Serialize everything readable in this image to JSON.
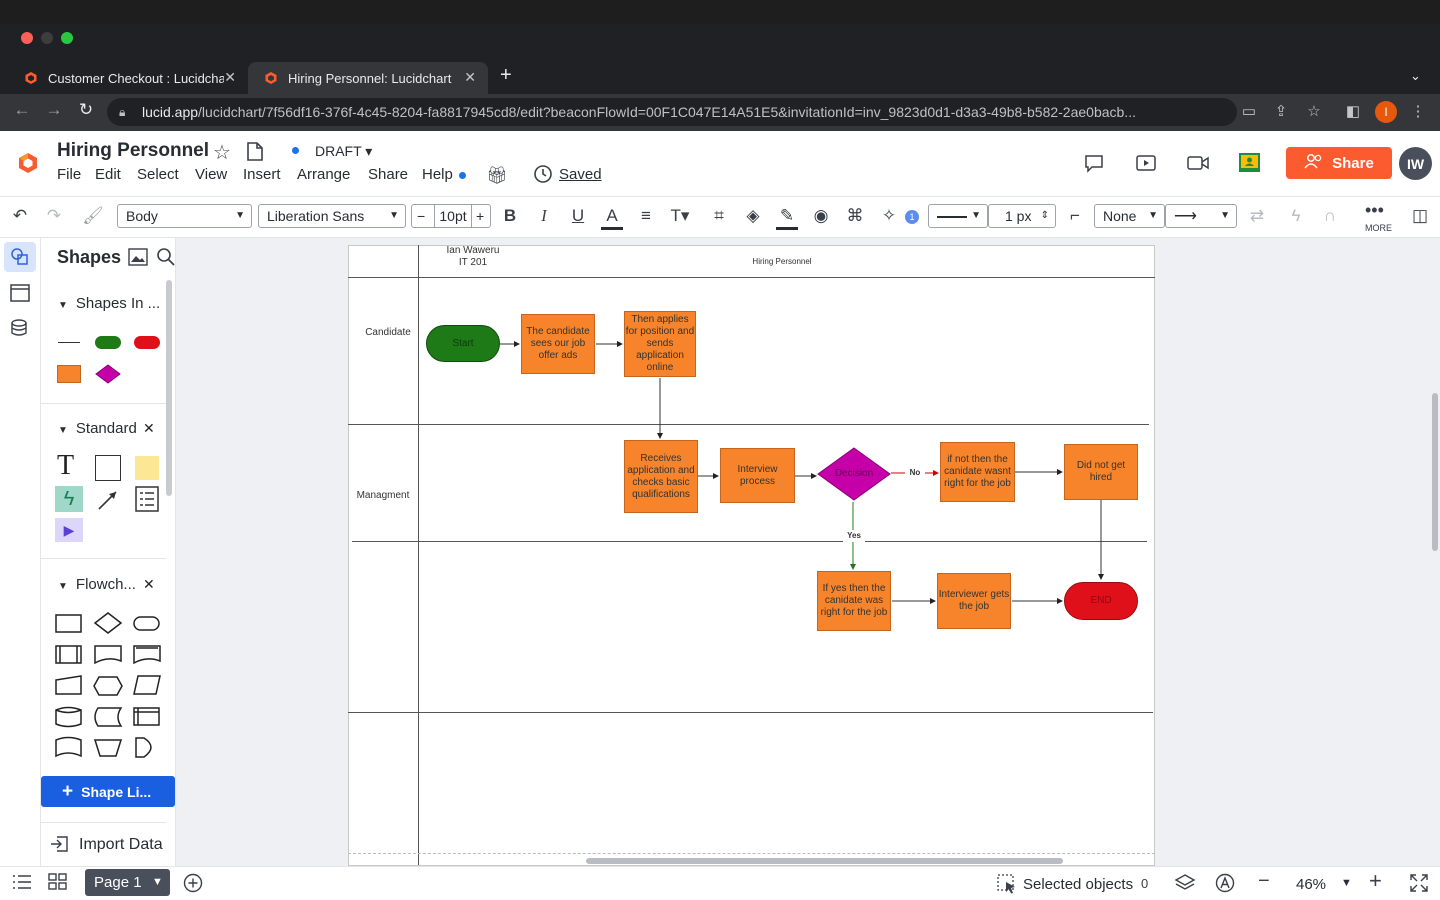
{
  "browser": {
    "tabs": [
      {
        "title": "Customer Checkout : Lucidcha",
        "active": false
      },
      {
        "title": "Hiring Personnel: Lucidchart",
        "active": true
      }
    ],
    "new_tab": "+",
    "url_host": "lucid.app",
    "url_path": "/lucidchart/7f56df16-376f-4c45-8204-fa8817945cd8/edit?beaconFlowId=00F1C047E14A51E5&invitationId=inv_9823d0d1-d3a3-49b8-b582-2ae0bacb...",
    "profile_initial": "I"
  },
  "app": {
    "title": "Hiring Personnel",
    "status": "DRAFT",
    "menu": [
      "File",
      "Edit",
      "Select",
      "View",
      "Insert",
      "Arrange",
      "Share",
      "Help"
    ],
    "saved": "Saved",
    "share_label": "Share",
    "avatar": "IW",
    "brand_color": "#fc5b30"
  },
  "toolbar": {
    "style": "Body",
    "font": "Liberation Sans",
    "font_size": "10pt",
    "minus": "−",
    "plus": "+",
    "bold": "B",
    "italic": "I",
    "underline": "U",
    "text_color_letter": "A",
    "magic_badge": "1",
    "line_width": "1 px",
    "arrow_start": "None",
    "more_label": "MORE"
  },
  "shapes_panel": {
    "title": "Shapes",
    "sections": [
      {
        "title": "Shapes In ..."
      },
      {
        "title": "Standard"
      },
      {
        "title": "Flowch..."
      }
    ],
    "standard_text_glyph": "T",
    "shape_library_label": "Shape Li...",
    "import_label": "Import Data"
  },
  "diagram": {
    "author": "Ian Waweru",
    "course": "IT 201",
    "title": "Hiring Personnel",
    "lanes": [
      "Candidate",
      "Managment"
    ],
    "nodes": {
      "start": "Start",
      "sees_ads": "The candidate sees our job offer ads",
      "applies": "Then applies for position and sends application online",
      "receives": "Receives application and checks basic qualifications",
      "interview": "Interview process",
      "decision": "Decision",
      "not_right": "if not then the canidate wasnt right for the job",
      "not_hired": "Did not get hired",
      "yes_right": "If yes then the canidate was right for the job",
      "gets_job": "Interviewer gets the job",
      "end": "END"
    },
    "labels": {
      "no": "No",
      "yes": "Yes"
    },
    "colors": {
      "process": "#f7842a",
      "start": "#1d7a16",
      "decision": "#c600a8",
      "end": "#e0101a"
    }
  },
  "bottom": {
    "page_label": "Page 1",
    "selected_label": "Selected objects",
    "selected_count": "0",
    "zoom": "46%",
    "zoom_minus": "−",
    "zoom_plus": "+"
  }
}
